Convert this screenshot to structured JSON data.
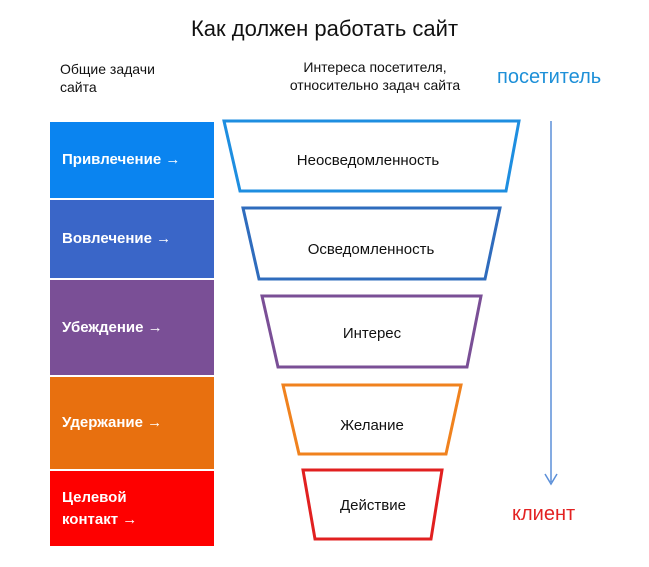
{
  "title": "Как должен работать сайт",
  "left_header": "Общие задачи\nсайта",
  "mid_header": "Интереса посетителя,\nотносительно задач сайта",
  "visitor_label": "посетитель",
  "client_label": "клиент",
  "stages": [
    {
      "label": "Привлечение →",
      "color": "#0a84f0"
    },
    {
      "label": "Вовлечение →",
      "color": "#3a66c8"
    },
    {
      "label": "Убеждение →",
      "color": "#7a4f96"
    },
    {
      "label": "Удержание →",
      "color": "#e8700f"
    },
    {
      "label": "Целевой\nконтакт →",
      "color": "#fe0000"
    }
  ],
  "funnel": [
    {
      "label": "Неосведомленность",
      "color": "#1e8ee0"
    },
    {
      "label": "Осведомленность",
      "color": "#2f6cbd"
    },
    {
      "label": "Интерес",
      "color": "#7a4f96"
    },
    {
      "label": "Желание",
      "color": "#f0821e"
    },
    {
      "label": "Действие",
      "color": "#e12020"
    }
  ],
  "arrow_color": "#5b8fd8"
}
